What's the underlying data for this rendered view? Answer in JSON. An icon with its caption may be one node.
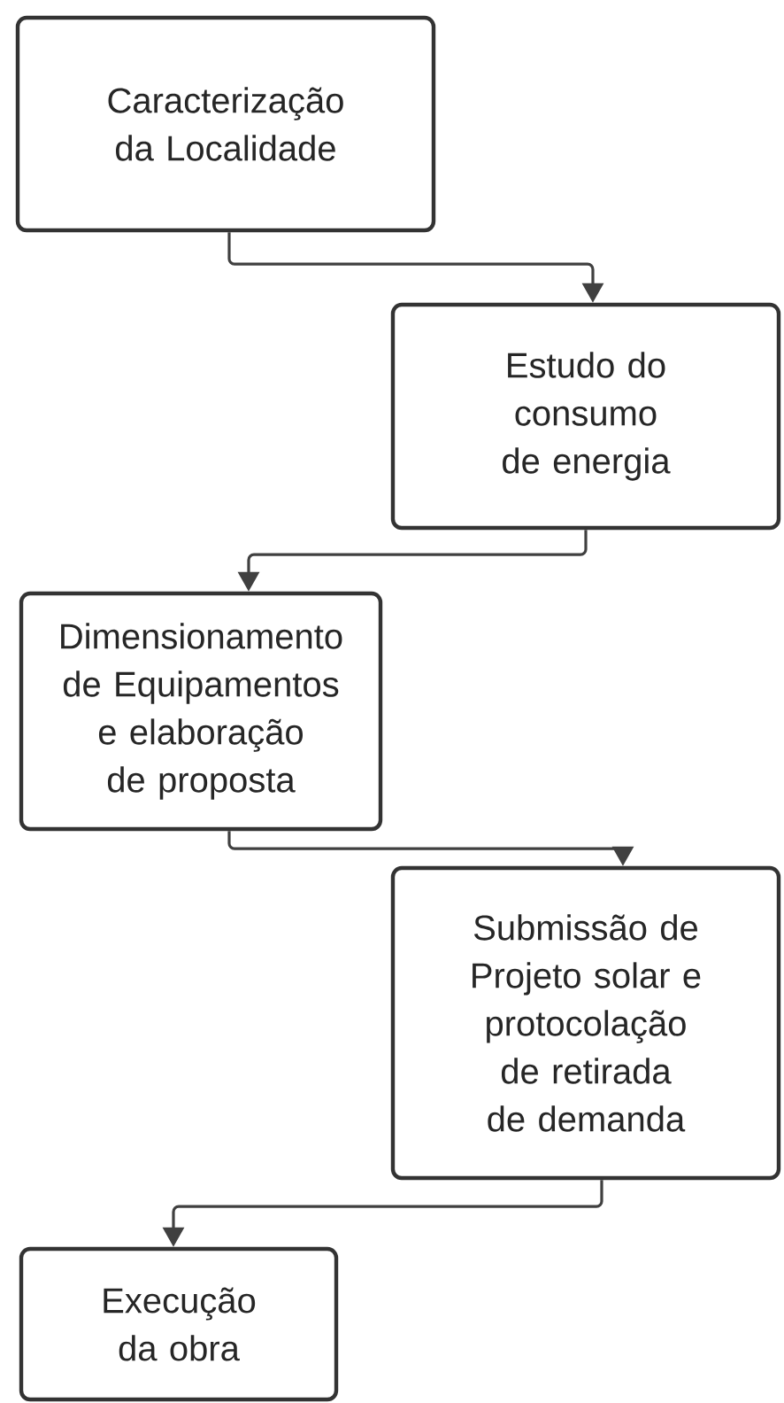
{
  "diagram": {
    "nodes": [
      {
        "text": [
          "Caracterização da Localidade"
        ]
      },
      {
        "text": [
          "Estudo do consumo de energia"
        ]
      },
      {
        "text": [
          "Dimensionamento de Equipamentos e elaboração de proposta"
        ]
      },
      {
        "text": [
          "Submissão de Projeto solar e protocolação de retirada de demanda"
        ]
      },
      {
        "text": [
          "Execução da obra"
        ]
      }
    ],
    "edges": [
      {
        "from": 0,
        "to": 1,
        "arrow": "to"
      },
      {
        "from": 1,
        "to": 2,
        "arrow": "to"
      },
      {
        "from": 2,
        "to": 3,
        "arrow": "to"
      },
      {
        "from": 3,
        "to": 4,
        "arrow": "to"
      }
    ]
  }
}
